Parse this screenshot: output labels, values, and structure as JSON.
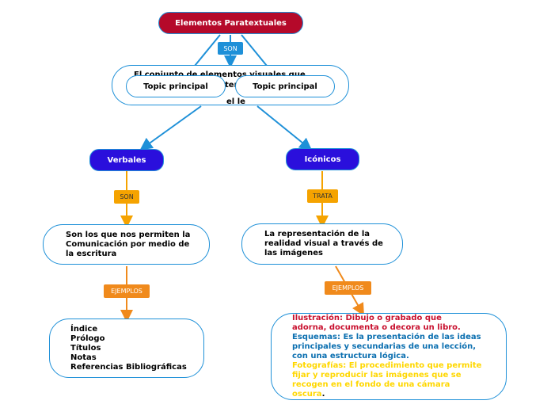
{
  "root": {
    "label": "Elementos Paratextuales",
    "color": "#b5092a"
  },
  "son_label": "SON",
  "definition": {
    "line1": "El conjunto de elementos visuales que",
    "frag2": "ter",
    "frag3": "el le"
  },
  "topics": [
    "Topic principal",
    "Topic principal"
  ],
  "verbales": {
    "label": "Verbales",
    "link": "SON",
    "desc": "Son los que nos permiten la Comunicación por medio de la escritura",
    "ejemplos_label": "EJEMPLOS",
    "examples": [
      "Índice",
      "Prólogo",
      "Títulos",
      "Notas",
      "Referencias Bibliográficas"
    ]
  },
  "iconicos": {
    "label": "Icónicos",
    "link": "TRATA",
    "desc": "La representación de la realidad visual a través de las imágenes",
    "ejemplos_label": "EJEMPLOS",
    "examples": [
      {
        "text": "Ilustración: Dibujo o grabado que adorna, documenta o decora un libro.",
        "color": "#c8102e"
      },
      {
        "text": "Esquemas: Es la presentación de las ideas principales y secundarias de una lección, con una estructura lógica.",
        "color": "#0b6fb0"
      },
      {
        "text": "Fotografías: El procedimiento que permite fijar y reproducir las imágenes que se recogen en el fondo de una cámara oscura",
        "color": "#ffd700"
      }
    ],
    "end": "."
  },
  "colors": {
    "blue": "#1e90d8",
    "purple": "#2a0fdc",
    "orange": "#f5a300",
    "orange2": "#f08a1c"
  }
}
